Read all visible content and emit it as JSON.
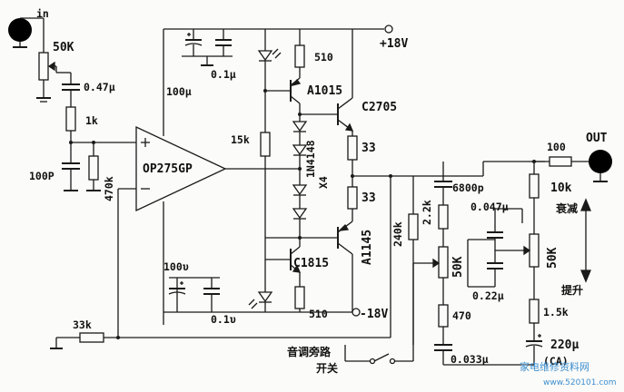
{
  "labels": {
    "in": "in",
    "pot_in": "50K",
    "c_in": "0.47μ",
    "r_1k": "1k",
    "c_100p": "100P",
    "r_470k": "470k",
    "opamp": "OP275GP",
    "c_100u_top": "100μ",
    "c_01u_top": "0.1μ",
    "supply_pos": "+18V",
    "r_510_top": "510",
    "q_a1015": "A1015",
    "q_c2705": "C2705",
    "r_15k": "15k",
    "diodes": "1N4148",
    "diode_count": "X4",
    "r_33_top": "33",
    "r_33_bot": "33",
    "q_a1145": "A1145",
    "q_c1815": "C1815",
    "c_100u_bot": "100υ",
    "c_01u_bot": "0.1υ",
    "r_510_bot": "510",
    "supply_neg": "-18V",
    "r_240k": "240k",
    "r_33k": "33k",
    "r_100": "100",
    "out": "OUT",
    "r_10k": "10k",
    "attenuate": "衰减",
    "boost": "提升",
    "c_6800p": "6800p",
    "r_22k": "2.2k",
    "c_0047u": "0.047μ",
    "pot_tone_a": "50K",
    "pot_tone_b": "50K",
    "c_022u": "0.22μ",
    "r_470": "470",
    "r_15k_right": "1.5k",
    "c_220u": "220μ",
    "c_0033u": "0.033μ",
    "c_ca": "(CA)",
    "bypass_switch": "音调旁路",
    "switch": "开关",
    "watermark": "家电维修资料网",
    "watermark_url": "www.520101.com"
  }
}
